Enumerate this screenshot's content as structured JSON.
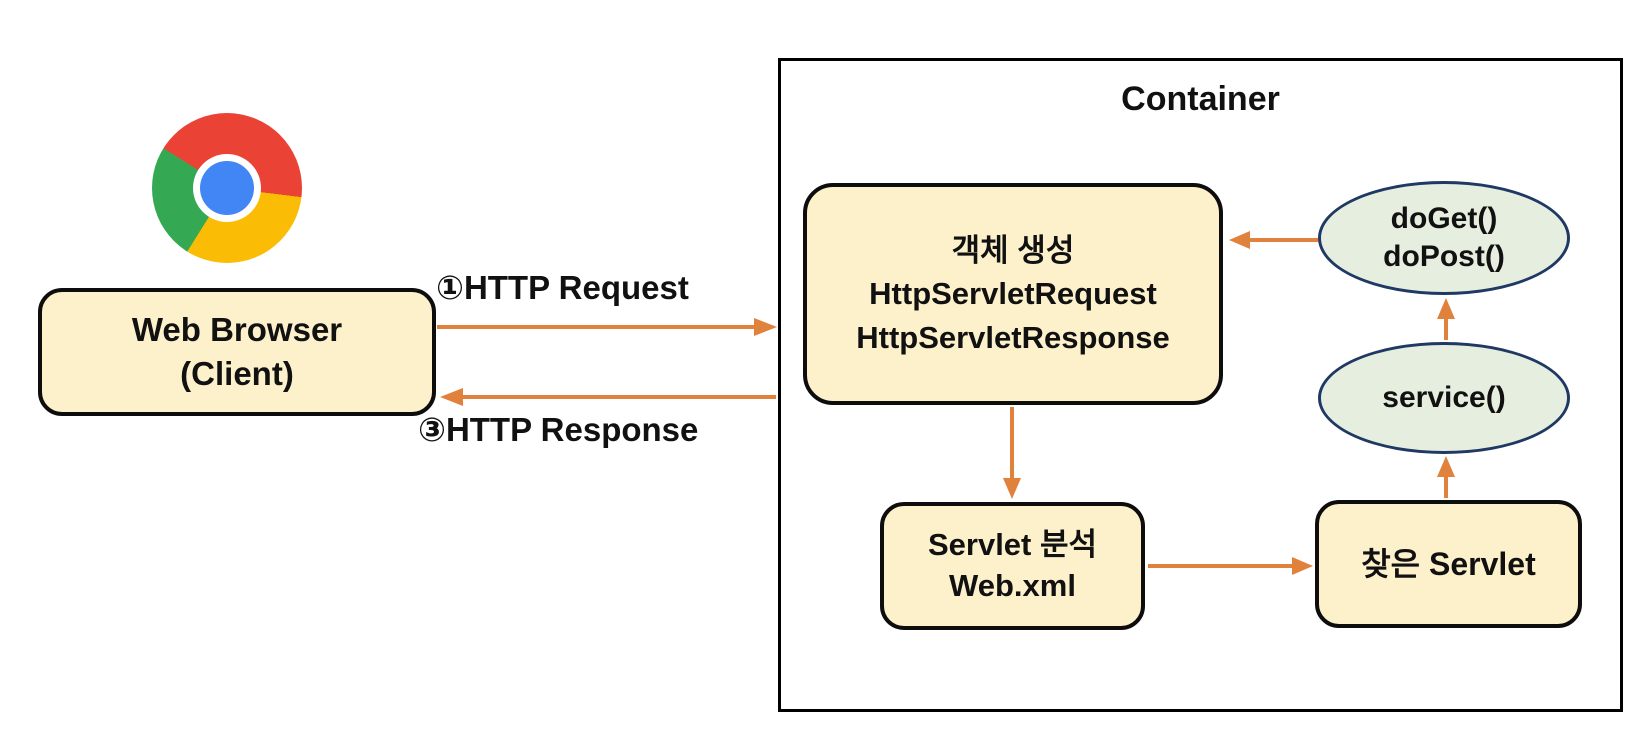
{
  "colors": {
    "box-fill": "#FDF1CC",
    "box-border": "#0d0d0d",
    "ellipse-fill": "#E6EFDF",
    "ellipse-border": "#1F3864",
    "arrow": "#E0823C",
    "text": "#111111",
    "chrome-red": "#EA4335",
    "chrome-yellow": "#FBBC05",
    "chrome-green": "#34A853",
    "chrome-blue": "#4285F4"
  },
  "client": {
    "logo": "chrome-browser-logo",
    "label_line1": "Web Browser",
    "label_line2": "(Client)"
  },
  "flows": {
    "request_label": "①HTTP Request",
    "response_label": "③HTTP Response"
  },
  "container": {
    "title": "Container",
    "object_creation_box": {
      "line1": "객체 생성",
      "line2": "HttpServletRequest",
      "line3": "HttpServletResponse"
    },
    "doget_dopost_ellipse": {
      "line1": "doGet()",
      "line2": "doPost()"
    },
    "service_ellipse": {
      "label": "service()"
    },
    "servlet_analysis_box": {
      "line1": "Servlet 분석",
      "line2": "Web.xml"
    },
    "found_servlet_box": {
      "label": "찾은 Servlet"
    }
  }
}
